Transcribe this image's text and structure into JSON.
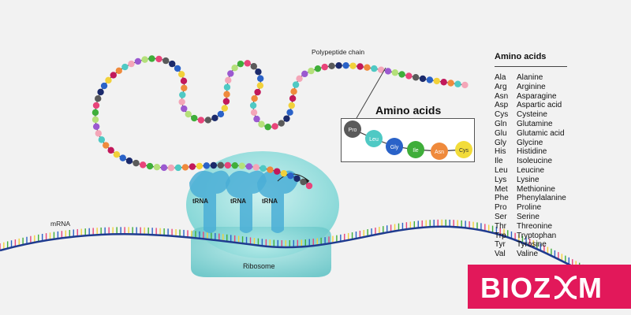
{
  "labels": {
    "polypeptide": "Polypeptide chain",
    "mrna": "mRNA",
    "ribosome": "Ribosome",
    "trna": "tRNA"
  },
  "callout": {
    "title": "Amino acids",
    "beads": [
      {
        "abbr": "Pro",
        "color": "#5a5a5a"
      },
      {
        "abbr": "Leu",
        "color": "#4fc9c4"
      },
      {
        "abbr": "Gly",
        "color": "#2a62c8"
      },
      {
        "abbr": "Ile",
        "color": "#3fae3a"
      },
      {
        "abbr": "Asn",
        "color": "#ef8a3c"
      },
      {
        "abbr": "Cys",
        "color": "#f2dc3a"
      }
    ]
  },
  "legend": {
    "title": "Amino acids",
    "rows": [
      {
        "abbr": "Ala",
        "name": "Alanine"
      },
      {
        "abbr": "Arg",
        "name": "Arginine"
      },
      {
        "abbr": "Asn",
        "name": "Asparagine"
      },
      {
        "abbr": "Asp",
        "name": "Aspartic acid"
      },
      {
        "abbr": "Cys",
        "name": "Cysteine"
      },
      {
        "abbr": "Gln",
        "name": "Glutamine"
      },
      {
        "abbr": "Glu",
        "name": "Glutamic acid"
      },
      {
        "abbr": "Gly",
        "name": "Glycine"
      },
      {
        "abbr": "His",
        "name": "Histidine"
      },
      {
        "abbr": "Ile",
        "name": "Isoleucine"
      },
      {
        "abbr": "Leu",
        "name": "Leucine"
      },
      {
        "abbr": "Lys",
        "name": "Lysine"
      },
      {
        "abbr": "Met",
        "name": "Methionine"
      },
      {
        "abbr": "Phe",
        "name": "Phenylalanine"
      },
      {
        "abbr": "Pro",
        "name": "Proline"
      },
      {
        "abbr": "Ser",
        "name": "Serine"
      },
      {
        "abbr": "Thr",
        "name": "Threonine"
      },
      {
        "abbr": "Trp",
        "name": "Tryptophan"
      },
      {
        "abbr": "Tyr",
        "name": "Tyrosine"
      },
      {
        "abbr": "Val",
        "name": "Valine"
      }
    ]
  },
  "logo": {
    "text": "BIOZOOM",
    "color": "#e2185a"
  },
  "colors": {
    "ribosome": "#7ed6d6",
    "trna": "#4aaed6",
    "mrna_backbone": "#1f3b8f",
    "chain_palette": [
      "#e8447a",
      "#4fc9c4",
      "#1b2a6b",
      "#9b59d0",
      "#f2d13a",
      "#3fae3a",
      "#ef8a3c",
      "#5a5a5a",
      "#f4a6b8",
      "#2a62c8",
      "#b4e07a",
      "#c2185b"
    ]
  }
}
